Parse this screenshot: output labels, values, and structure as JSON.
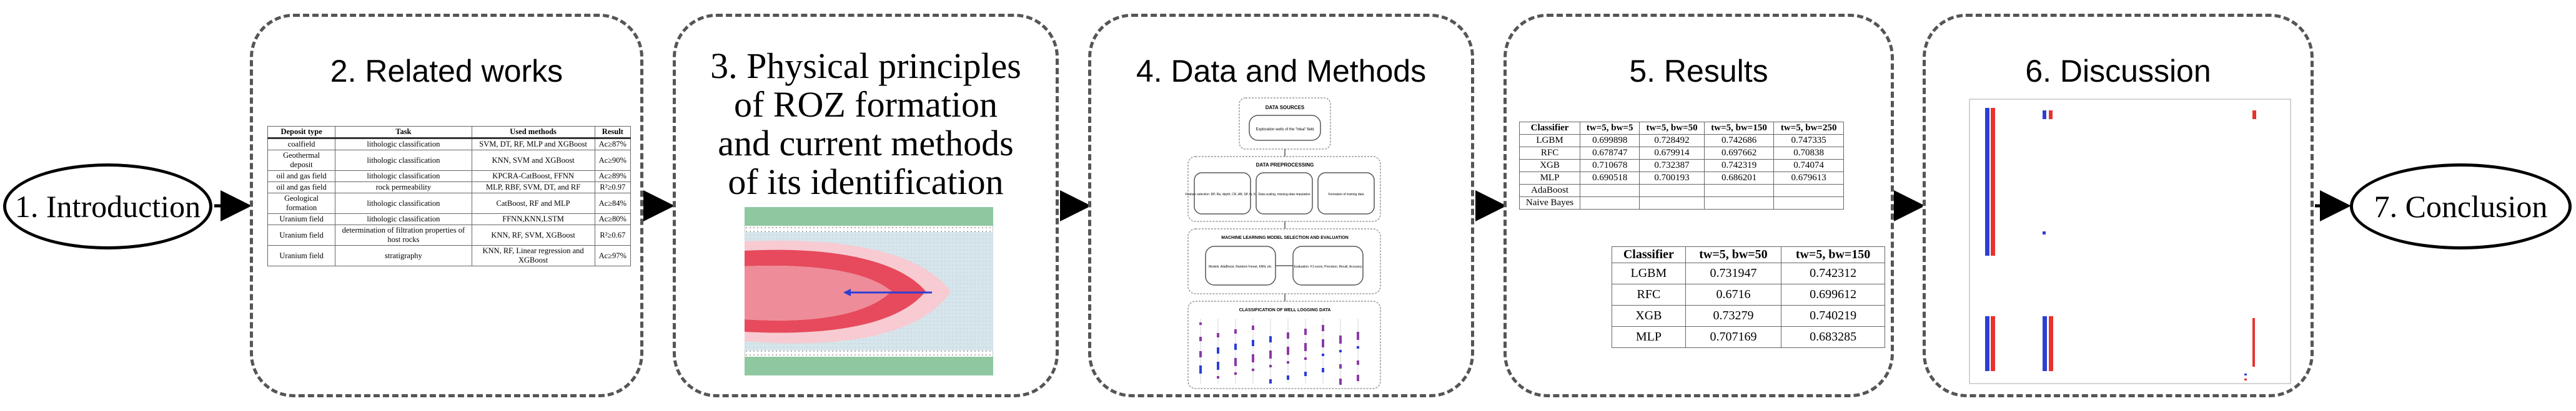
{
  "steps": {
    "intro": "1. Introduction",
    "related": "2. Related works",
    "physical": [
      "3. Physical principles",
      "of ROZ formation",
      "and current methods",
      "of its identification"
    ],
    "data": "4. Data and Methods",
    "results": "5. Results",
    "discussion": "6. Discussion",
    "conclusion": "7. Conclusion"
  },
  "related_table": {
    "headers": [
      "Deposit type",
      "Task",
      "Used methods",
      "Result"
    ],
    "rows": [
      [
        "coalfield",
        "lithologic classification",
        "SVM, DT, RF, MLP and XGBoost",
        "Ac≥87%"
      ],
      [
        "Geothermal deposit",
        "lithologic classification",
        "KNN, SVM and XGBoost",
        "Ac≥90%"
      ],
      [
        "oil and gas field",
        "lithologic classification",
        "KPCRA-CatBoost, FFNN",
        "Ac≥89%"
      ],
      [
        "oil and gas field",
        "rock permeability",
        "MLP, RBF, SVM, DT, and RF",
        "R²≥0.97"
      ],
      [
        "Geological formation",
        "lithologic classification",
        "CatBoost, RF and MLP",
        "Ac≥84%"
      ],
      [
        "Uranium field",
        "lithologic classification",
        "FFNN,KNN,LSTM",
        "Ac≥80%"
      ],
      [
        "Uranium field",
        "determination of filtration properties of host rocks",
        "KNN, RF, SVM, XGBoost",
        "R²≥0.67"
      ],
      [
        "Uranium field",
        "stratigraphy",
        "KNN, RF, Linear regression and XGBoost",
        "Ac≥97%"
      ]
    ]
  },
  "flowchart": {
    "sources": "DATA SOURCES",
    "sources_box": "Exploration wells of the \"Inkai\" field",
    "preprocessing": "DATA PREPROCESSING",
    "pre_boxes": [
      "Feature selection: RP, Ra, depth, CR, AB, SP, Ib, KTZ",
      "Data scaling, missing-data imputation",
      "Formation of training data"
    ],
    "ml": "MACHINE LEARNING MODEL SELECTION AND EVALUATION",
    "models": "Models: AdaBoost, Random Forest, KNN, etc.",
    "evaluation": "Evaluation: F1-score, Precision, Recall, Accuracy",
    "classification": "CLASSIFICATION OF WELL LOGGING DATA"
  },
  "results_table1": {
    "headers": [
      "Classifier",
      "tw=5, bw=5",
      "tw=5, bw=50",
      "tw=5, bw=150",
      "tw=5, bw=250"
    ],
    "rows": [
      [
        "LGBM",
        "0.699898",
        "0.728492",
        "0.742686",
        "0.747335"
      ],
      [
        "RFC",
        "0.678747",
        "0.679914",
        "0.697662",
        "0.70838"
      ],
      [
        "XGB",
        "0.710678",
        "0.732387",
        "0.742319",
        "0.74074"
      ],
      [
        "MLP",
        "0.690518",
        "0.700193",
        "0.686201",
        "0.679613"
      ],
      [
        "AdaBoost",
        "",
        "",
        "",
        ""
      ],
      [
        "Naive Bayes",
        "",
        "",
        "",
        ""
      ]
    ]
  },
  "results_table2": {
    "headers": [
      "Classifier",
      "tw=5, bw=50",
      "tw=5, bw=150"
    ],
    "rows": [
      [
        "LGBM",
        "0.731947",
        "0.742312"
      ],
      [
        "RFC",
        "0.6716",
        "0.699612"
      ],
      [
        "XGB",
        "0.73279",
        "0.740219"
      ],
      [
        "MLP",
        "0.707169",
        "0.683285"
      ]
    ]
  },
  "colors": {
    "border": "#555555",
    "blue": "#2b3fd6",
    "red": "#e8322d",
    "purple": "#8a3aa8",
    "pink": "#f2a9b7",
    "green": "#8fc7a0"
  }
}
